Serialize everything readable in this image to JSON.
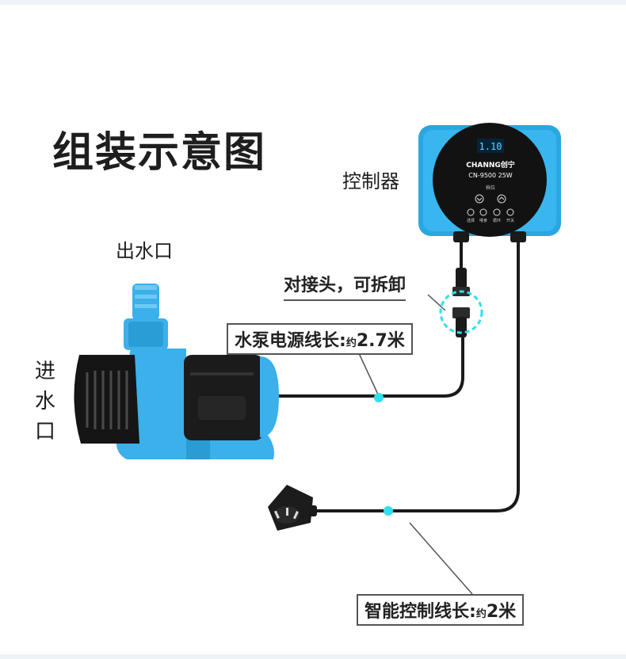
{
  "title": "组装示意图",
  "labels": {
    "controller": "控制器",
    "outlet": "出水口",
    "inlet": "进水口",
    "connector": "对接头，可拆卸",
    "pump_cable_text": "水泵电源线长:",
    "pump_cable_prefix": "约",
    "pump_cable_value": "2.7米",
    "control_cable_text": "智能控制线长:",
    "control_cable_prefix": "约",
    "control_cable_value": "2米"
  },
  "controller": {
    "display": "1.10",
    "brand": "CHANNG创宁",
    "model": "CN-9500  25W",
    "buttons_caption": "档位",
    "button_labels": [
      "选择",
      "喂食",
      "循环",
      "开关"
    ]
  },
  "colors": {
    "accent": "#2aa7e0",
    "pump_blue": "#3bb0ea",
    "dark": "#1a1a1a",
    "marker": "#2fe0ee"
  }
}
